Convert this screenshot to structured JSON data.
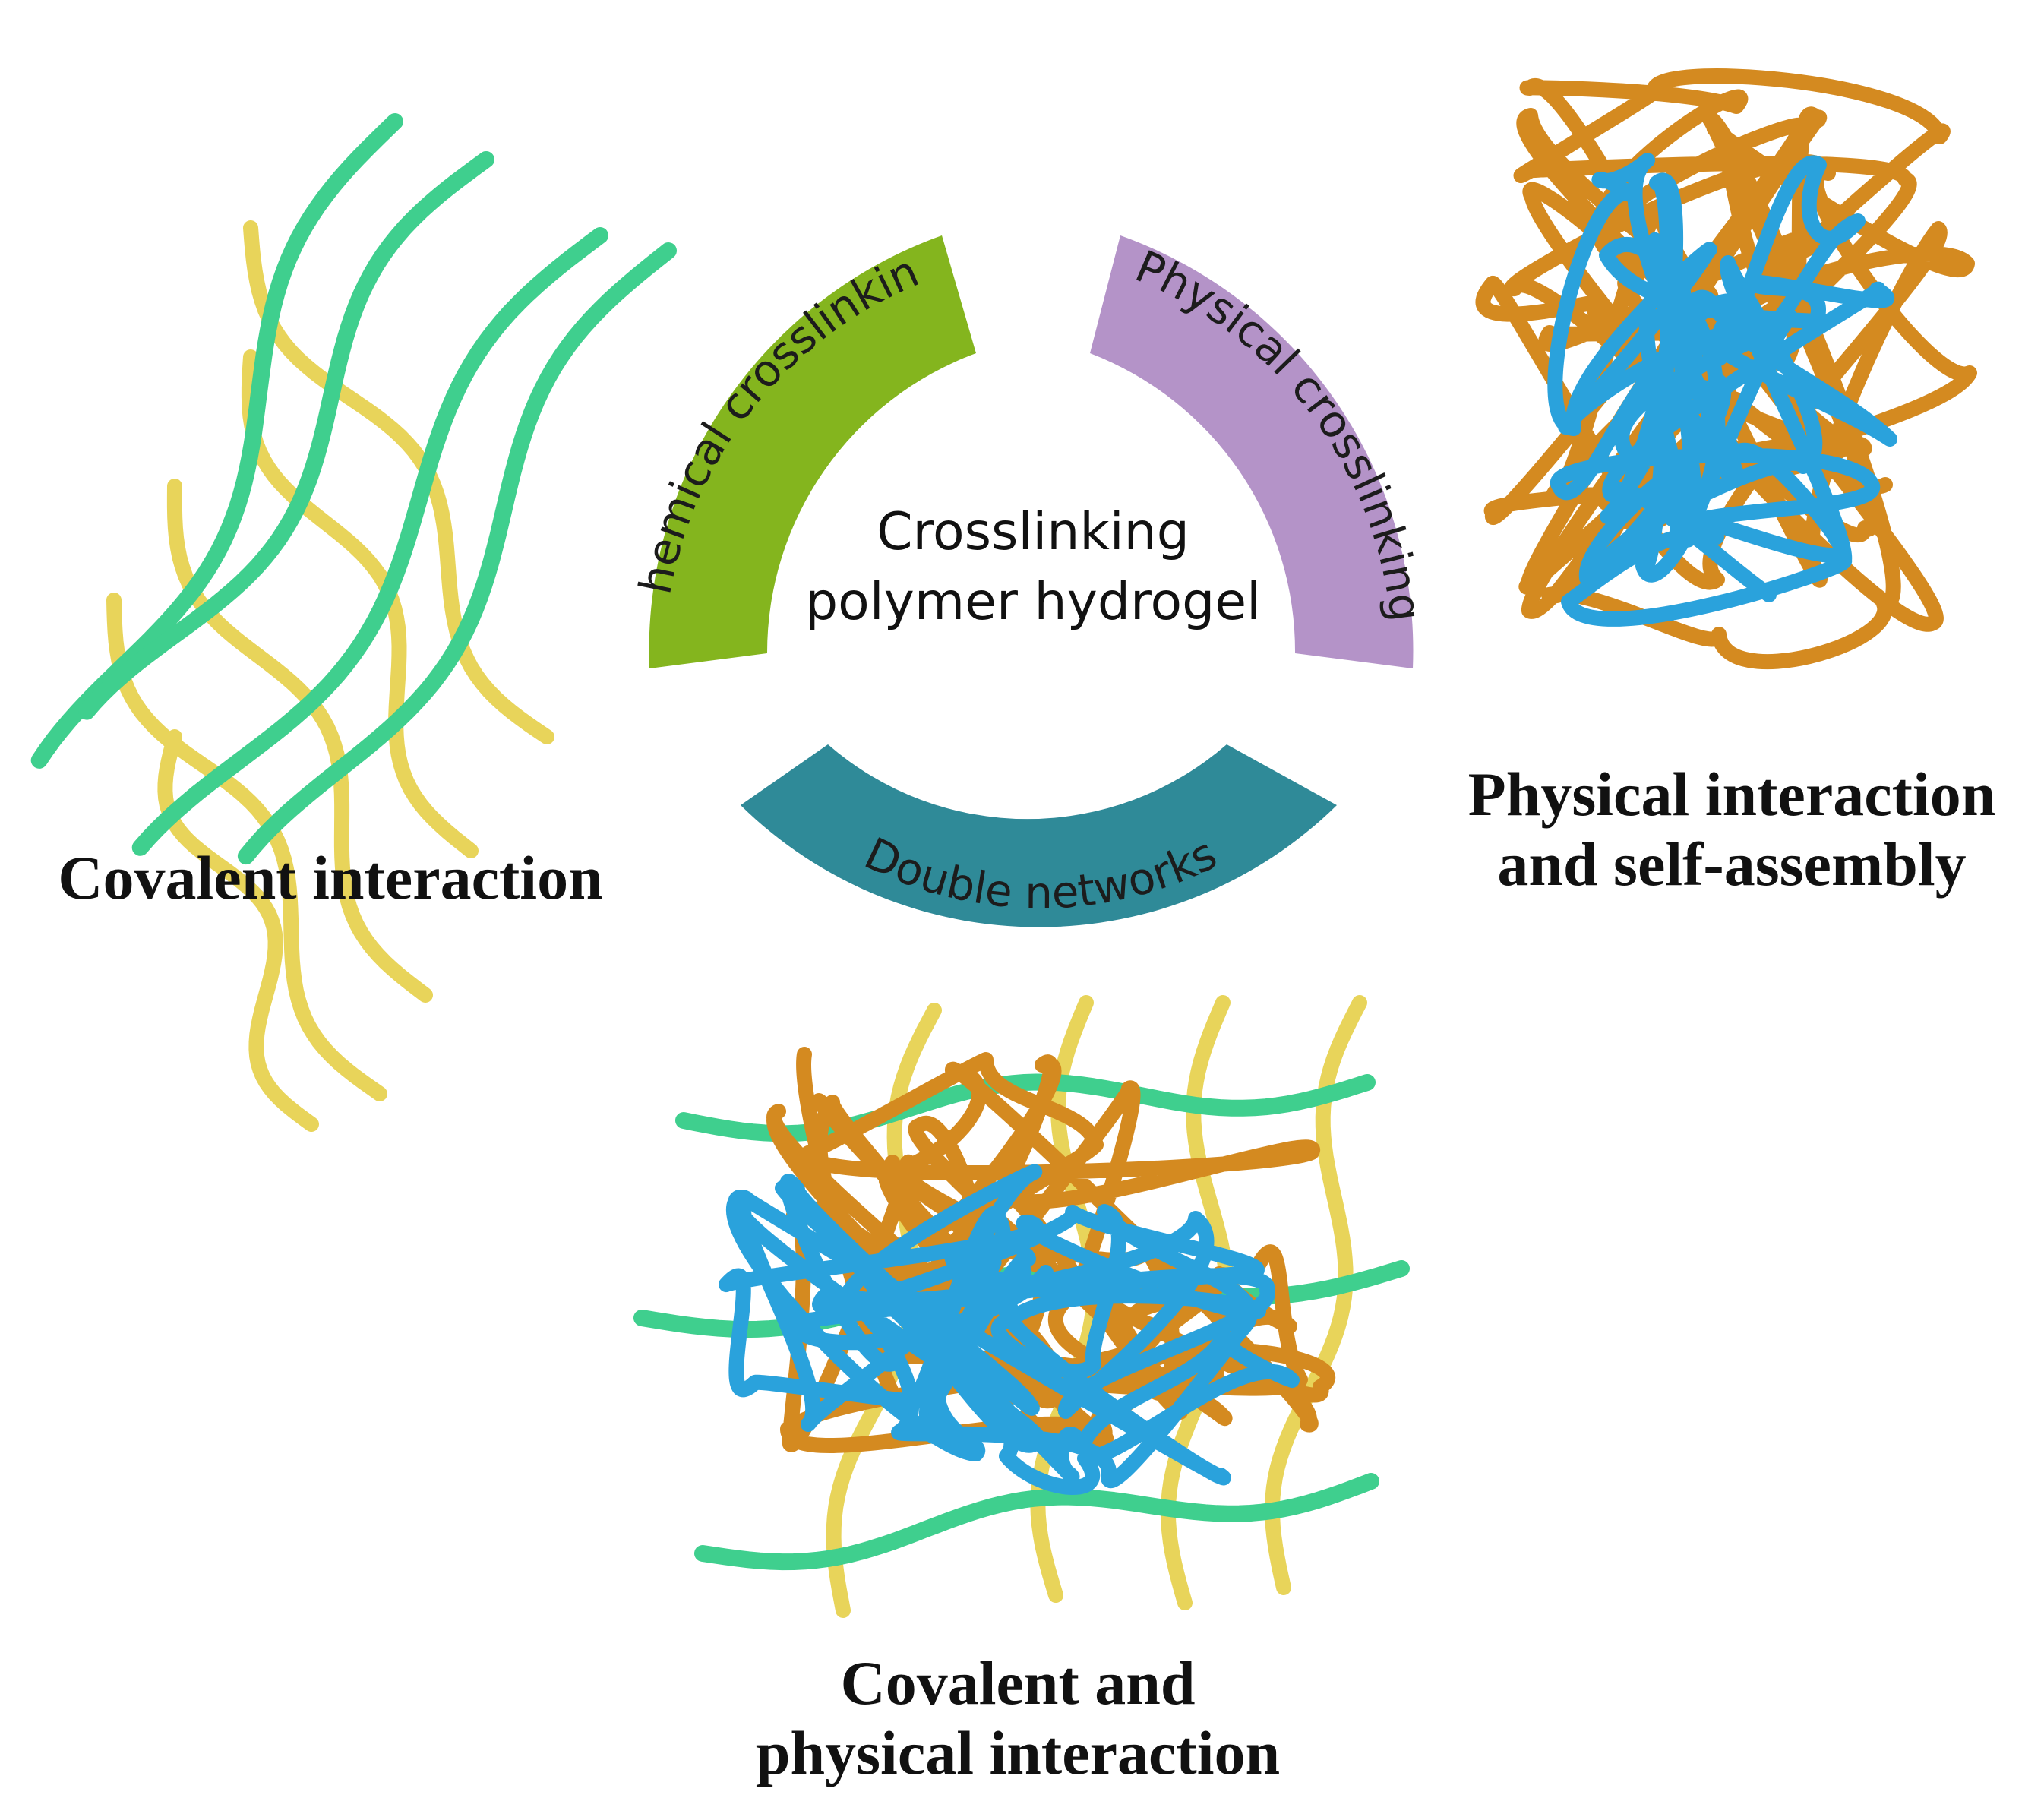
{
  "center_title": {
    "line1": "Crosslinking",
    "line2": "polymer hydrogel"
  },
  "arcs": {
    "chemical": {
      "label": "Chemical crosslinking",
      "color": "#84b51e"
    },
    "physical": {
      "label": "Physical crosslinking",
      "color": "#b493c8"
    },
    "double": {
      "label": "Double networks",
      "color": "#2f8a98"
    }
  },
  "captions": {
    "covalent": {
      "line1": "Covalent interaction"
    },
    "physical": {
      "line1": "Physical interaction",
      "line2": "and self-assembly"
    },
    "combined": {
      "line1": "Covalent and",
      "line2": "physical interaction"
    }
  },
  "colors": {
    "green_chain": "#3fcf8e",
    "yellow_chain": "#e8d45a",
    "orange_chain": "#d48a20",
    "blue_chain": "#2aa2dc"
  }
}
